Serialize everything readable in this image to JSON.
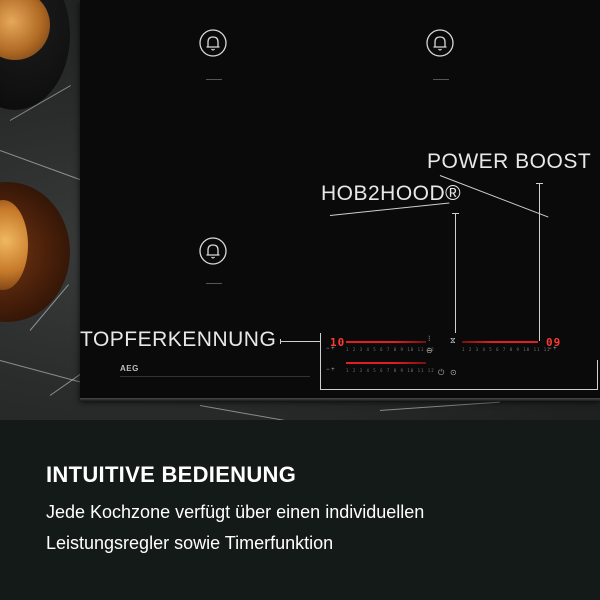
{
  "callouts": {
    "power_boost": "POWER BOOST",
    "hob2hood": "HOB2HOOD®",
    "topferkennung": "TOPFERKENNUNG"
  },
  "hob": {
    "brand": "AEG",
    "left_display": "10",
    "right_display": "09",
    "zone_icons": [
      "bell-icon",
      "bell-icon",
      "bell-icon"
    ]
  },
  "caption": {
    "title": "INTUITIVE BEDIENUNG",
    "line1": "Jede Kochzone verfügt über einen individuellen",
    "line2": "Leistungsregler sowie Timerfunktion"
  },
  "colors": {
    "display_red": "#ff3b30",
    "background": "#141a18",
    "hob_glass": "#0a0a0a"
  }
}
